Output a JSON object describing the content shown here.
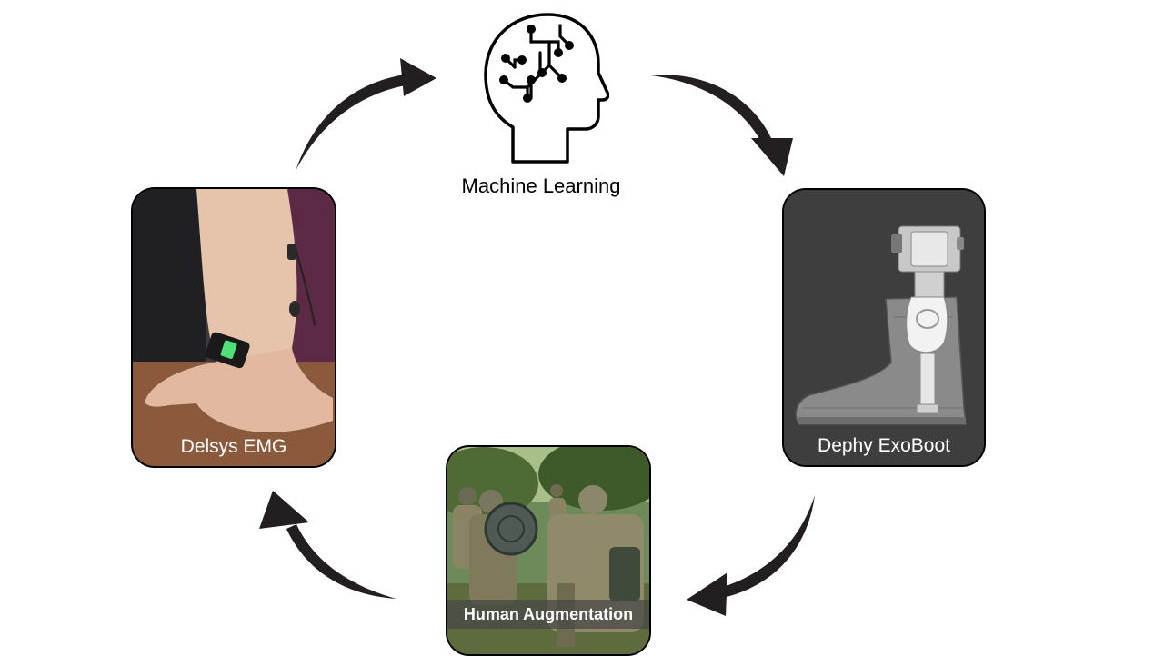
{
  "nodes": {
    "machine_learning": {
      "label": "Machine Learning",
      "icon": "brain-circuit-head-icon"
    },
    "delsys": {
      "label": "Delsys EMG",
      "image": "emg-sensor-on-forearm-photo"
    },
    "exoboot": {
      "label": "Dephy ExoBoot",
      "image": "exoskeleton-boot-render"
    },
    "human_augmentation": {
      "label": "Human Augmentation",
      "image": "soldiers-in-field-photo"
    }
  },
  "arrows": [
    {
      "from": "Delsys EMG",
      "to": "Machine Learning"
    },
    {
      "from": "Machine Learning",
      "to": "Dephy ExoBoot"
    },
    {
      "from": "Dephy ExoBoot",
      "to": "Human Augmentation"
    },
    {
      "from": "Human Augmentation",
      "to": "Delsys EMG"
    }
  ],
  "colors": {
    "arrow": "#231f20",
    "label_text": "#000000",
    "card_text": "#ffffff"
  }
}
